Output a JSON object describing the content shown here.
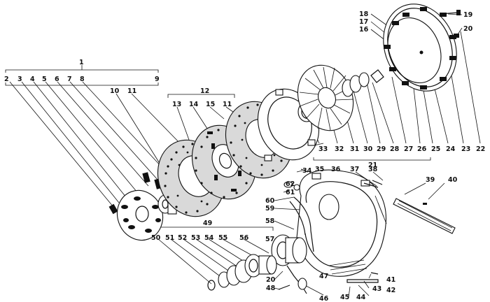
{
  "labels": {
    "l1": "1",
    "l2": "2",
    "l3": "3",
    "l4": "4",
    "l5": "5",
    "l6": "6",
    "l7": "7",
    "l8": "8",
    "l9": "9",
    "l10": "10",
    "l11a": "11",
    "l11b": "11",
    "l12": "12",
    "l13": "13",
    "l14": "14",
    "l15": "15",
    "l16": "16",
    "l17": "17",
    "l18": "18",
    "l19": "19",
    "l20a": "20",
    "l20b": "20",
    "l21": "21",
    "l22": "22",
    "l23": "23",
    "l24": "24",
    "l25": "25",
    "l26": "26",
    "l27": "27",
    "l28": "28",
    "l29": "29",
    "l30": "30",
    "l31": "31",
    "l32": "32",
    "l33": "33",
    "l34": "34",
    "l35": "35",
    "l36": "36",
    "l37": "37",
    "l38": "38",
    "l39": "39",
    "l40": "40",
    "l41": "41",
    "l42": "42",
    "l43": "43",
    "l44": "44",
    "l45": "45",
    "l46": "46",
    "l47": "47",
    "l48": "48",
    "l49": "49",
    "l50": "50",
    "l51": "51",
    "l52": "52",
    "l53": "53",
    "l54": "54",
    "l55": "55",
    "l56": "56",
    "l57": "57",
    "l58": "58",
    "l59": "59",
    "l60": "60",
    "l61": "61",
    "l62": "62"
  }
}
